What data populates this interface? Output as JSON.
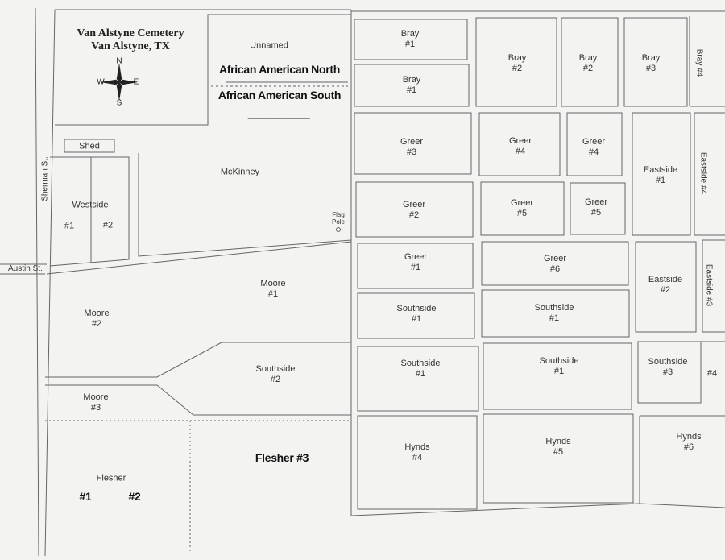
{
  "header": {
    "title": "Van Alstyne Cemetery",
    "subtitle": "Van Alstyne, TX"
  },
  "compass": {
    "n": "N",
    "s": "S",
    "e": "E",
    "w": "W"
  },
  "streets": {
    "sherman": "Sherman St.",
    "austin": "Austin St."
  },
  "special": {
    "unnamed": "Unnamed",
    "aa_north": "African American North",
    "aa_south": "African American South",
    "dashes": "____________",
    "shed": "Shed",
    "mckinney": "McKinney",
    "flag_pole_1": "Flag",
    "flag_pole_2": "Pole",
    "flesher3": "Flesher #3",
    "flesher_1": "#1",
    "flesher_2": "#2"
  },
  "sections": {
    "bray1_top": [
      "Bray",
      "#1"
    ],
    "bray1_bot": [
      "Bray",
      "#1"
    ],
    "bray2_a": [
      "Bray",
      "#2"
    ],
    "bray2_b": [
      "Bray",
      "#2"
    ],
    "bray3": [
      "Bray",
      "#3"
    ],
    "bray4": "Bray #4",
    "greer3": [
      "Greer",
      "#3"
    ],
    "greer4_a": [
      "Greer",
      "#4"
    ],
    "greer4_b": [
      "Greer",
      "#4"
    ],
    "greer2": [
      "Greer",
      "#2"
    ],
    "greer5_a": [
      "Greer",
      "#5"
    ],
    "greer5_b": [
      "Greer",
      "#5"
    ],
    "greer1": [
      "Greer",
      "#1"
    ],
    "greer6": [
      "Greer",
      "#6"
    ],
    "eastside1": [
      "Eastside",
      "#1"
    ],
    "eastside4": "Eastside #4",
    "eastside2": [
      "Eastside",
      "#2"
    ],
    "eastside3": "Eastside #3",
    "southside1_a": [
      "Southside",
      "#1"
    ],
    "southside1_b": [
      "Southside",
      "#1"
    ],
    "southside1_c": [
      "Southside",
      "#1"
    ],
    "southside1_d": [
      "Southside",
      "#1"
    ],
    "southside2": [
      "Southside",
      "#2"
    ],
    "southside3": [
      "Southside",
      "#3"
    ],
    "southside4": "#4",
    "westside": "Westside",
    "westside_1": "#1",
    "westside_2": "#2",
    "moore1": [
      "Moore",
      "#1"
    ],
    "moore2": [
      "Moore",
      "#2"
    ],
    "moore3": [
      "Moore",
      "#3"
    ],
    "flesher": "Flesher",
    "hynds4": [
      "Hynds",
      "#4"
    ],
    "hynds5": [
      "Hynds",
      "#5"
    ],
    "hynds6": [
      "Hynds",
      "#6"
    ]
  }
}
